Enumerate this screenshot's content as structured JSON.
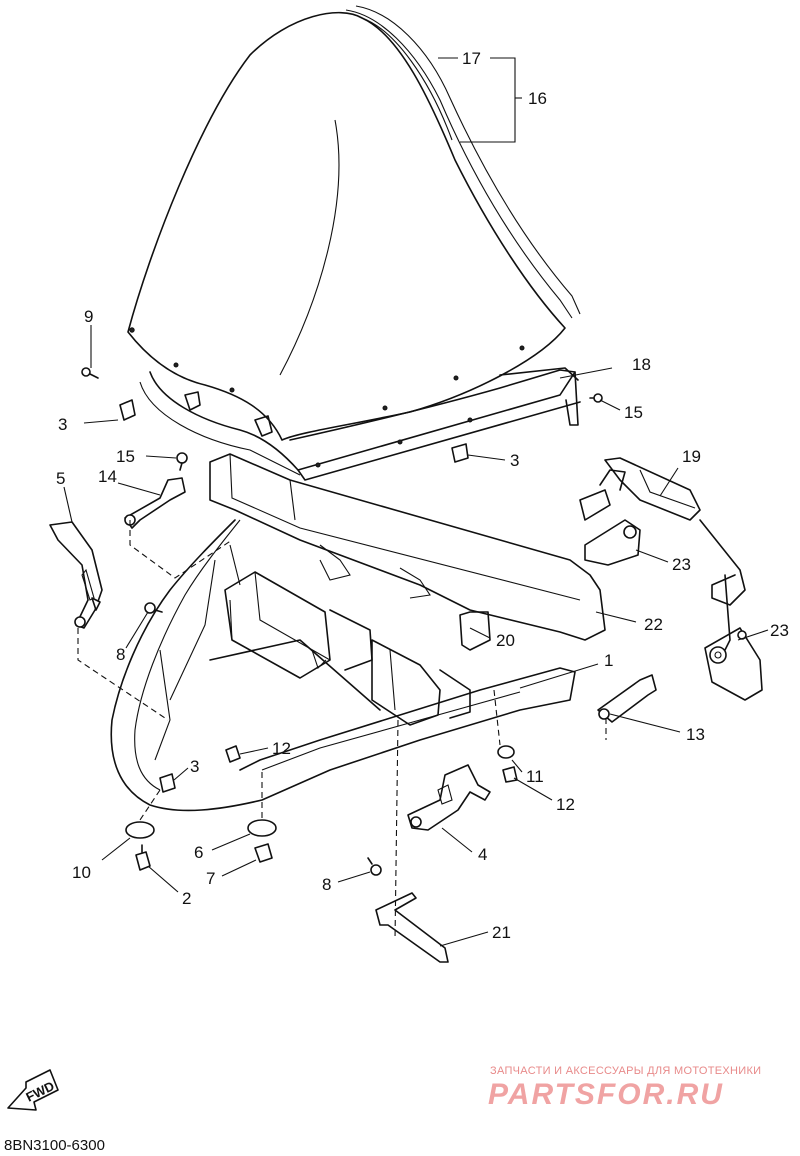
{
  "diagram_code": "8BN3100-6300",
  "fwd_label": "FWD",
  "watermark": {
    "tagline": "ЗАПЧАСТИ И АКСЕССУАРЫ ДЛЯ МОТОТЕХНИКИ",
    "brand": "PARTSFOR.RU"
  },
  "callouts": [
    {
      "id": "c17",
      "text": "17"
    },
    {
      "id": "c16",
      "text": "16"
    },
    {
      "id": "c9",
      "text": "9"
    },
    {
      "id": "c3a",
      "text": "3"
    },
    {
      "id": "c18",
      "text": "18"
    },
    {
      "id": "c15a",
      "text": "15"
    },
    {
      "id": "c3b",
      "text": "3"
    },
    {
      "id": "c15b",
      "text": "15"
    },
    {
      "id": "c14",
      "text": "14"
    },
    {
      "id": "c5",
      "text": "5"
    },
    {
      "id": "c19",
      "text": "19"
    },
    {
      "id": "c23a",
      "text": "23"
    },
    {
      "id": "c8a",
      "text": "8"
    },
    {
      "id": "c20",
      "text": "20"
    },
    {
      "id": "c22",
      "text": "22"
    },
    {
      "id": "c23b",
      "text": "23"
    },
    {
      "id": "c1",
      "text": "1"
    },
    {
      "id": "c13",
      "text": "13"
    },
    {
      "id": "c12a",
      "text": "12"
    },
    {
      "id": "c3c",
      "text": "3"
    },
    {
      "id": "c11",
      "text": "11"
    },
    {
      "id": "c12b",
      "text": "12"
    },
    {
      "id": "c4",
      "text": "4"
    },
    {
      "id": "c10",
      "text": "10"
    },
    {
      "id": "c6",
      "text": "6"
    },
    {
      "id": "c7",
      "text": "7"
    },
    {
      "id": "c2",
      "text": "2"
    },
    {
      "id": "c8b",
      "text": "8"
    },
    {
      "id": "c21",
      "text": "21"
    }
  ]
}
